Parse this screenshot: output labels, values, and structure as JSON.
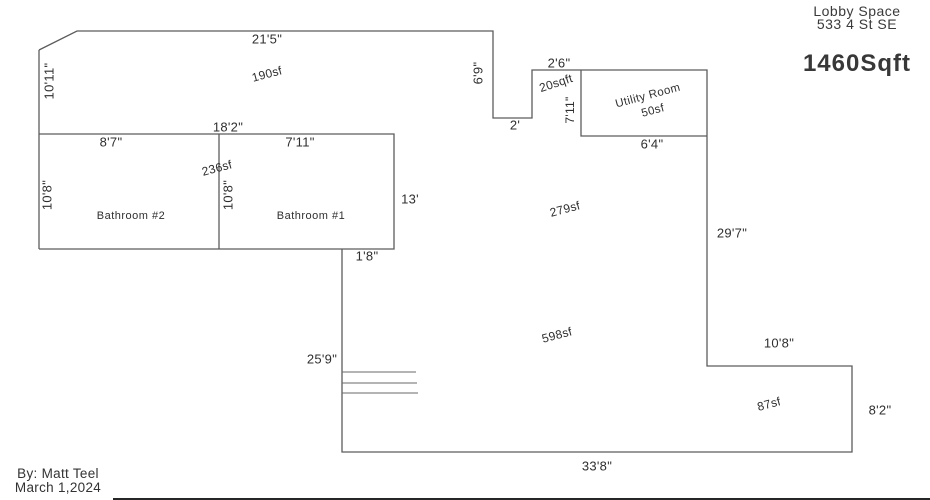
{
  "header": {
    "business_name": "Lobby Space",
    "address": "533 4 St SE",
    "total_area": "1460Sqft"
  },
  "footer": {
    "author": "By: Matt Teel",
    "date": "March 1,2024"
  },
  "labels": {
    "top_width": "21'5\"",
    "lobby_area": "190sf",
    "upper_left_height": "10'11\"",
    "right_drop_height": "6'9\"",
    "notch_width": "2'6\"",
    "notch_area": "20sqft",
    "utility_left_height": "7'11\"",
    "step_width": "2'",
    "utility_room_name": "Utility Room",
    "utility_room_area": "50sf",
    "utility_bottom_width": "6'4\"",
    "bathrooms_total_width": "18'2\"",
    "bathroom2_width": "8'7\"",
    "bathroom1_width": "7'11\"",
    "bathrooms_area": "236sf",
    "bathroom2_height": "10'8\"",
    "bathroom1_height": "10'8\"",
    "bathroom2_name": "Bathroom #2",
    "bathroom1_name": "Bathroom #1",
    "bathrooms_right_height": "13'",
    "middle_area": "279sf",
    "right_height": "29'7\"",
    "ledge_width": "1'8\"",
    "lower_area": "598sf",
    "lower_left_height": "25'9\"",
    "lower_step_width": "10'8\"",
    "nook_area": "87sf",
    "nook_right_height": "8'2\"",
    "bottom_width": "33'8\""
  },
  "colors": {
    "wall": "#5c5c5c",
    "text": "#2f2f2f",
    "background": "#ffffff"
  }
}
